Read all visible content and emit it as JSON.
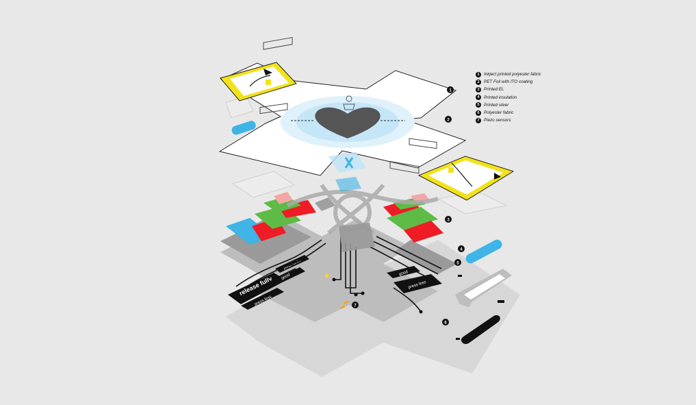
{
  "legend": [
    {
      "n": "1",
      "label": "Inkject printed polyester fabric"
    },
    {
      "n": "2",
      "label": "PET Foil with ITO coating"
    },
    {
      "n": "3",
      "label": "Printed EL"
    },
    {
      "n": "4",
      "label": "Printed insulation"
    },
    {
      "n": "5",
      "label": "Printed silver"
    },
    {
      "n": "6",
      "label": "Polyester fabric"
    },
    {
      "n": "7",
      "label": "Piezo sensors"
    }
  ],
  "callouts": [
    "1",
    "2",
    "3",
    "4",
    "5",
    "6",
    "7"
  ],
  "pad_labels": {
    "release_fully": "release fully",
    "press_less": "press less",
    "good": "good",
    "press_harder": "press harder"
  },
  "colors": {
    "background": "#e8e8e8",
    "yellow_panel": "#f2e21a",
    "heart": "#555555",
    "glow": "#bfe4f7",
    "el_red": "#ee1c24",
    "el_green": "#5dbb46",
    "el_blue": "#3fb4e6",
    "silver": "#8a8a8a",
    "dark": "#111111"
  }
}
